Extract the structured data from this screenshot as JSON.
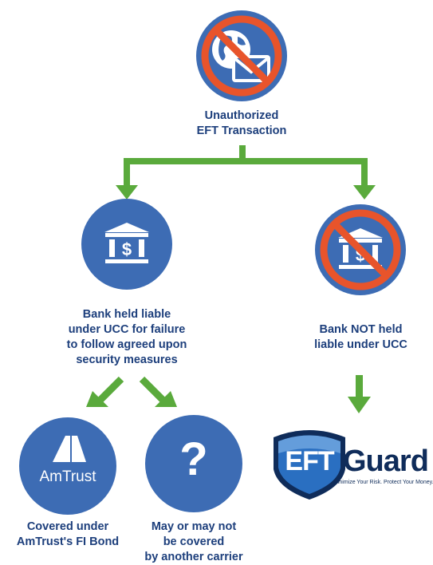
{
  "top": {
    "label_lines": [
      "Unauthorized",
      "EFT Transaction"
    ]
  },
  "left": {
    "label_lines": [
      "Bank held liable",
      "under UCC for failure",
      "to follow agreed upon",
      "security measures"
    ]
  },
  "right": {
    "label_line1_pre": "Bank ",
    "label_line1_bold": "NOT",
    "label_line1_post": " held",
    "label_line2": "liable under UCC"
  },
  "amtrust": {
    "logo_text": "AmTrust",
    "label_lines": [
      "Covered under",
      "AmTrust's FI Bond"
    ]
  },
  "unknown": {
    "symbol": "?",
    "label_lines": [
      "May or may not",
      "be covered",
      "by another carrier"
    ]
  },
  "eftguard": {
    "logo_letters": "EFT",
    "logo_word": "Guard",
    "tagline": "Minimize Your Risk. Protect Your Money."
  },
  "colors": {
    "circle_blue": "#3d6cb4",
    "text_navy": "#1d3f7c",
    "arrow_green": "#5aaa3c",
    "prohibit_red": "#e8542b"
  },
  "icons": [
    "globe-icon",
    "envelope-icon",
    "bank-icon",
    "prohibited-icon",
    "amtrust-logo-icon",
    "question-icon",
    "shield-icon"
  ]
}
